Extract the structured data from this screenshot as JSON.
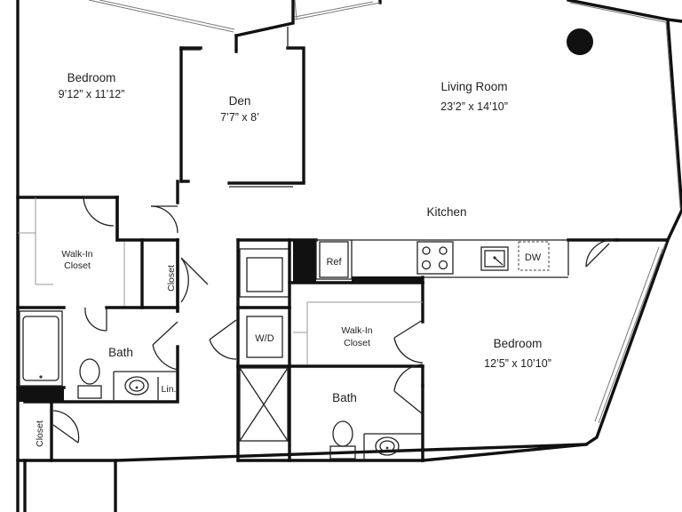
{
  "rooms": {
    "bedroom_1": {
      "name": "Bedroom",
      "size": "9’12” x 11’12”"
    },
    "den": {
      "name": "Den",
      "size": "7’7” x 8’"
    },
    "living_room": {
      "name": "Living Room",
      "size": "23’2” x 14’10”"
    },
    "kitchen": {
      "name": "Kitchen"
    },
    "walk_in_closet_1": {
      "line1": "Walk-In",
      "line2": "Closet"
    },
    "closet_hall": {
      "name": "Closet"
    },
    "bath_1": {
      "name": "Bath"
    },
    "linen": {
      "name": "Lin."
    },
    "closet_lower": {
      "name": "Closet"
    },
    "washer_dryer": {
      "name": "W/D"
    },
    "walk_in_closet_2": {
      "line1": "Walk-In",
      "line2": "Closet"
    },
    "bath_2": {
      "name": "Bath"
    },
    "bedroom_2": {
      "name": "Bedroom",
      "size": "12’5” x 10’10”"
    }
  },
  "fixtures": {
    "refrigerator": "Ref",
    "dishwasher": "DW"
  },
  "colors": {
    "wall": "#111111",
    "background": "#ffffff",
    "column": "#111111"
  }
}
